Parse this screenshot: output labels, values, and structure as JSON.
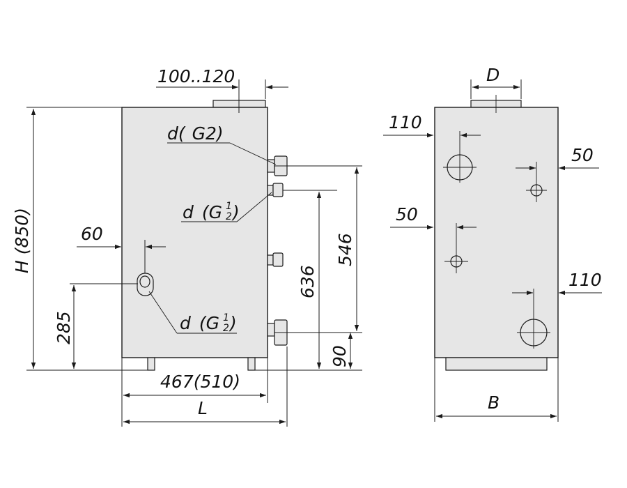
{
  "dimensions": {
    "offset_top": "100..120",
    "height": "H (850)",
    "side_offset_left": "60",
    "low_height": "285",
    "width_body": "467(510)",
    "length": "L",
    "h_546": "546",
    "h_636": "636",
    "h_90": "90",
    "diameter": "D",
    "side_110_top": "110",
    "side_50_right": "50",
    "side_50_left": "50",
    "side_110_bottom": "110",
    "depth": "B"
  },
  "connections": {
    "top": {
      "prefix": "d(",
      "thread": "G2)"
    },
    "middle": {
      "prefix": "d",
      "thread": "(G",
      "fraction_num": "1",
      "fraction_den": "2",
      "close": ")"
    },
    "bottom": {
      "prefix": "d",
      "thread": "(G",
      "fraction_num": "1",
      "fraction_den": "2",
      "close": ")"
    }
  }
}
